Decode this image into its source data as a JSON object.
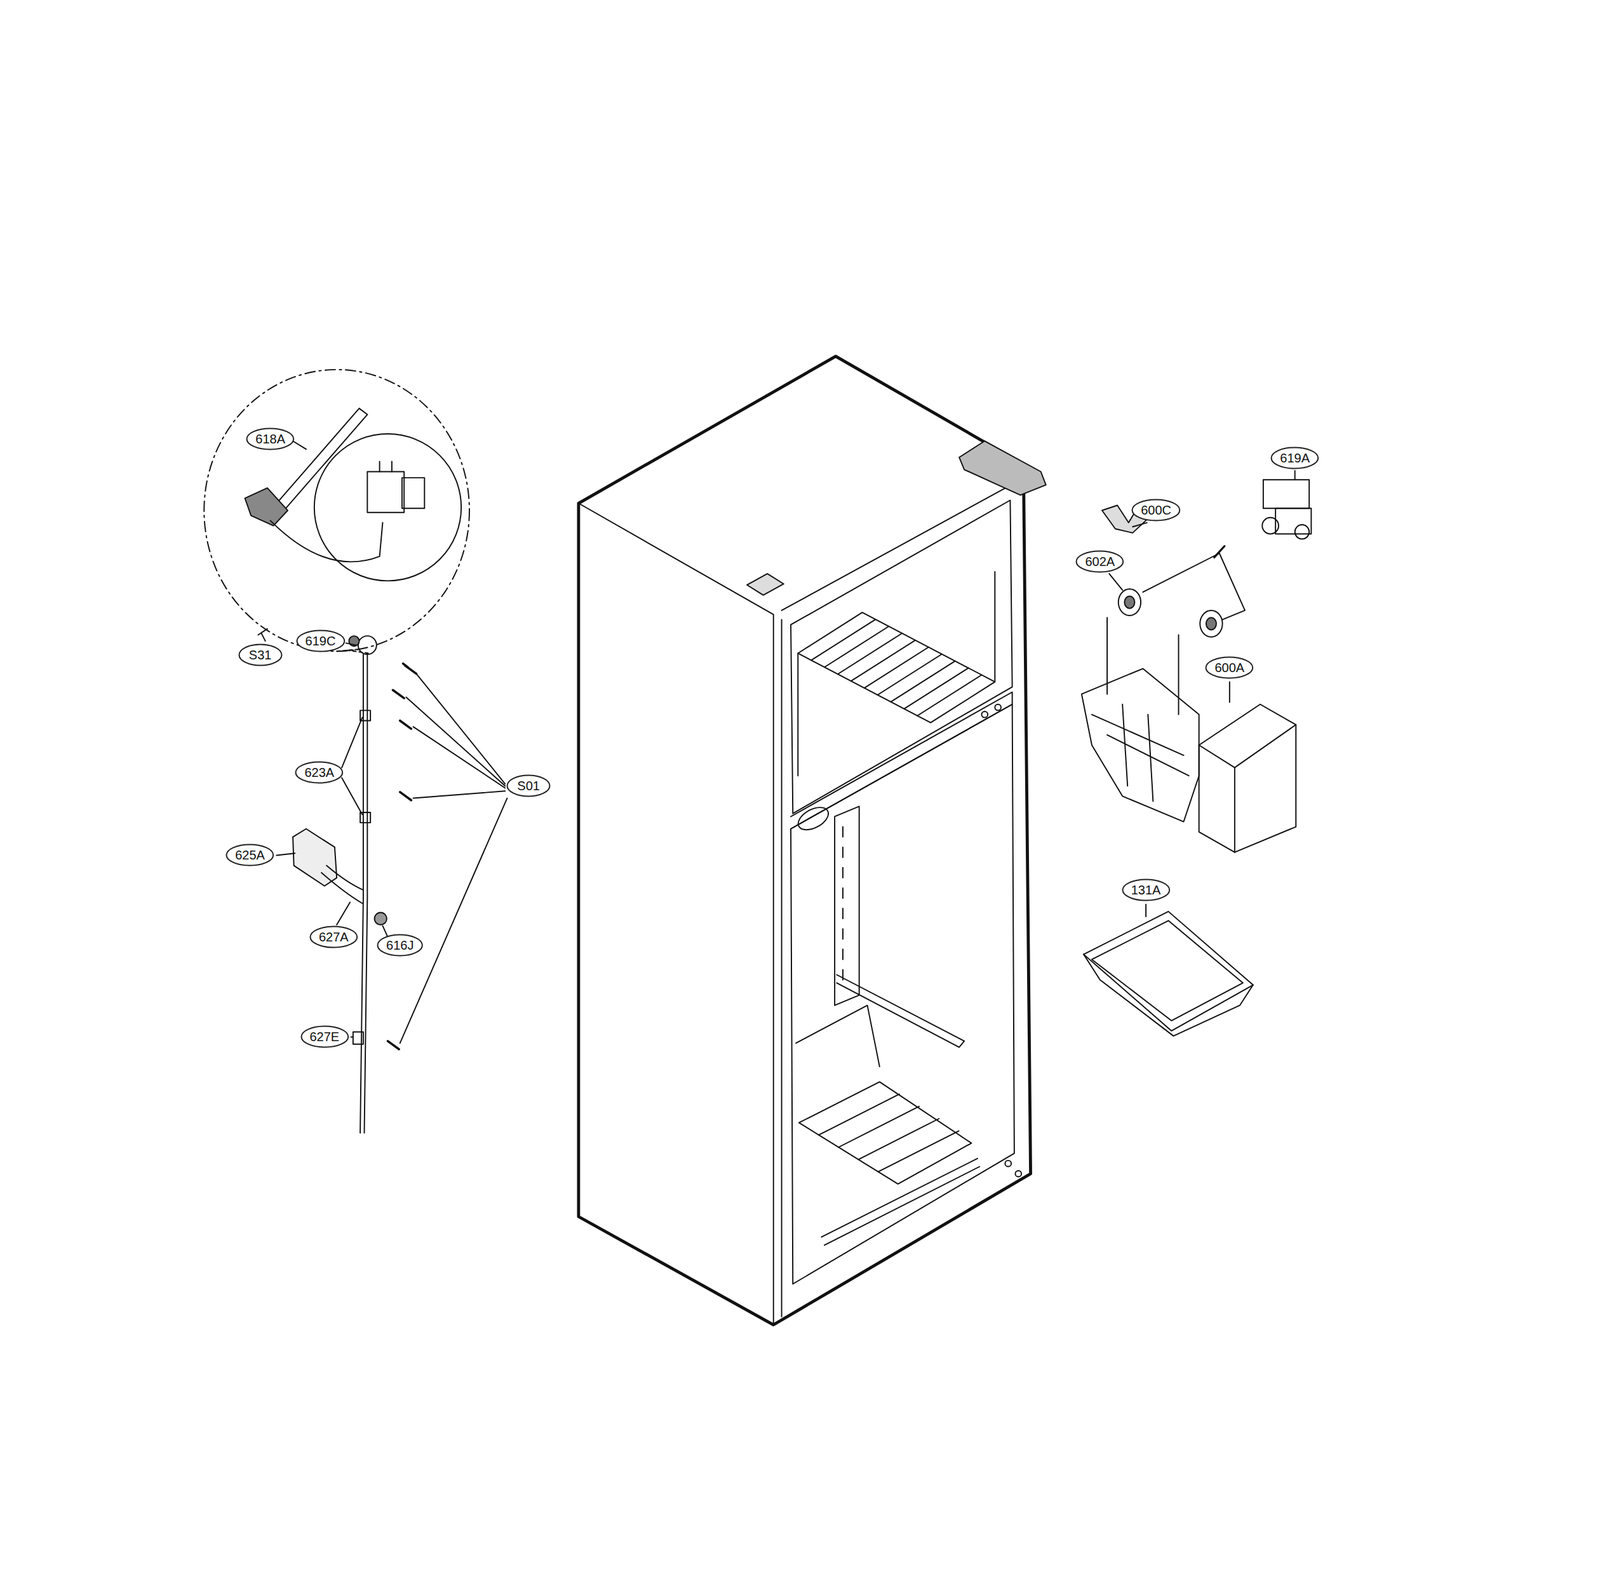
{
  "diagram": {
    "nodes": [
      {
        "text": [
          "618A"
        ]
      },
      {
        "text": [
          "619A"
        ]
      },
      {
        "text": [
          "600C"
        ]
      },
      {
        "text": [
          "602A"
        ]
      },
      {
        "text": [
          "619C"
        ]
      },
      {
        "text": [
          "S31"
        ]
      },
      {
        "text": [
          "600A"
        ]
      },
      {
        "text": [
          "623A"
        ]
      },
      {
        "text": [
          "S01"
        ]
      },
      {
        "text": [
          "625A"
        ]
      },
      {
        "text": [
          "131A"
        ]
      },
      {
        "text": [
          "627A"
        ]
      },
      {
        "text": [
          "616J"
        ]
      },
      {
        "text": [
          "627E"
        ]
      }
    ]
  }
}
